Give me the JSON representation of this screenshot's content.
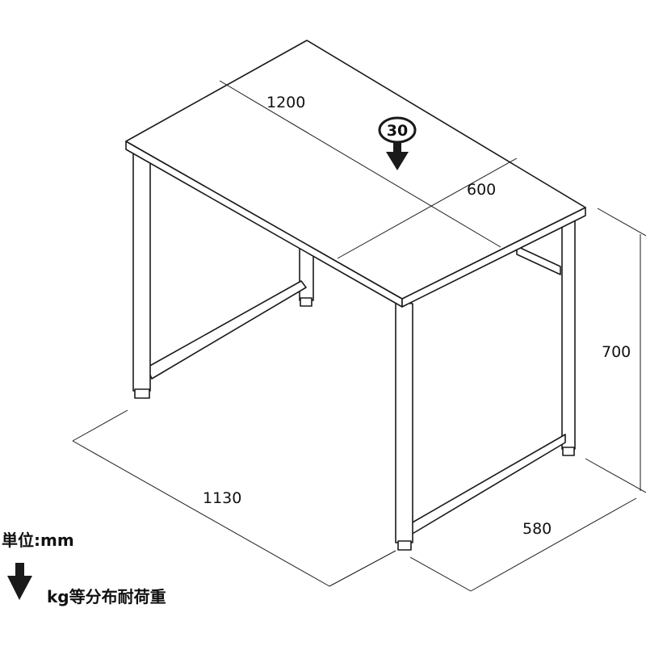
{
  "dimensions": {
    "width": "1200",
    "depth": "600",
    "height": "700",
    "leg_width": "1130",
    "leg_depth": "580"
  },
  "load_badge": "30",
  "legend": {
    "unit": "単位:mm",
    "load": "kg等分布耐荷重"
  },
  "colors": {
    "line": "#1a1a1a",
    "fill": "#ffffff"
  },
  "icons": {
    "load_arrow": "down-arrow-icon"
  }
}
